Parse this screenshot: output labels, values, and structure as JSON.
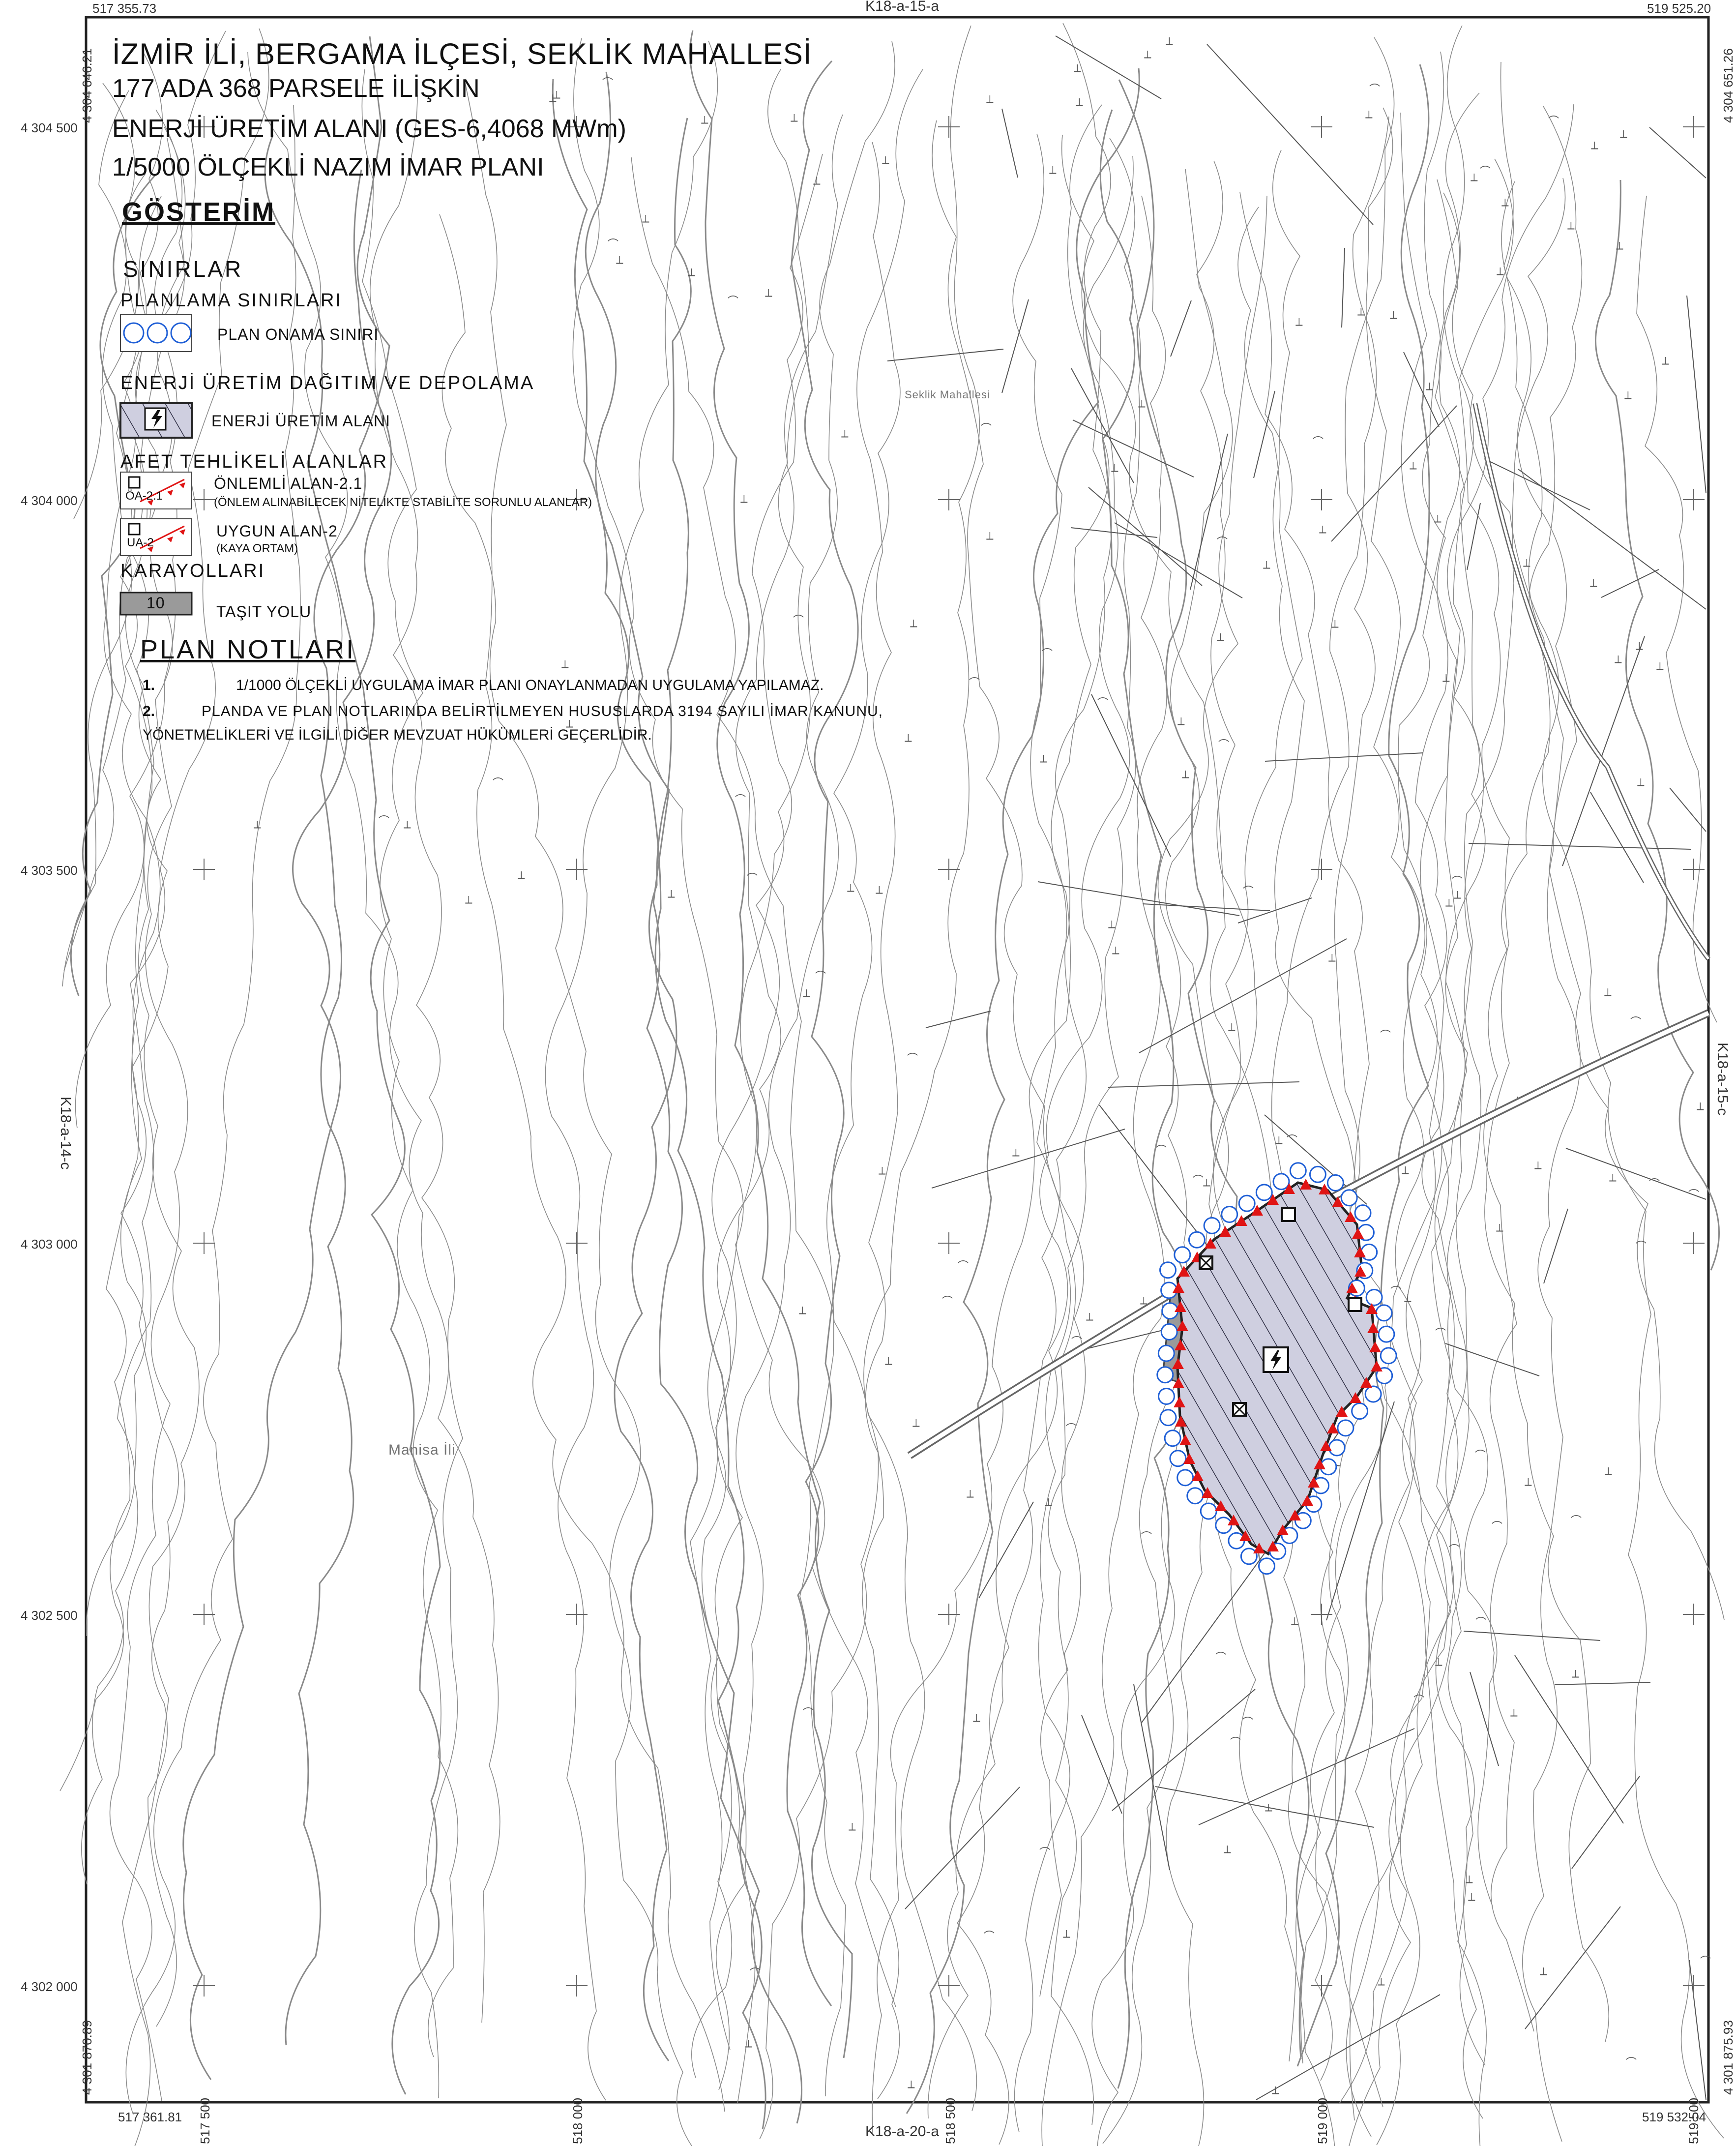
{
  "title": {
    "line1": "İZMİR İLİ, BERGAMA İLÇESİ, SEKLİK MAHALLESİ",
    "line2": "177 ADA 368 PARSELE İLİŞKİN",
    "line3": "ENERJİ ÜRETİM ALANI (GES-6,4068 MWm)",
    "line4": "1/5000 ÖLÇEKLİ NAZIM İMAR PLANI"
  },
  "sheet_refs": {
    "top": "K18-a-15-a",
    "bottom": "K18-a-20-a",
    "left": "K18-a-14-c",
    "right": "K18-a-15-c"
  },
  "corners": {
    "top_left": "517 355.73",
    "top_right": "519 525.20",
    "bottom_left": "517 361.81",
    "bottom_right": "519 532.04",
    "left_top": "4 304 646.21",
    "left_bottom": "4 301 870.89",
    "right_top": "4 304 651.26",
    "right_bottom": "4 301 875.93"
  },
  "northing_labels": [
    "4 304 500",
    "4 304 000",
    "4 303 500",
    "4 303 000",
    "4 302 500",
    "4 302 000"
  ],
  "easting_labels": [
    "517 500",
    "518 000",
    "518 500",
    "519 000",
    "519 500"
  ],
  "legend": {
    "heading": "GÖSTERİM",
    "boundaries_heading": "SINIRLAR",
    "planning_heading": "PLANLAMA SINIRLARI",
    "plan_boundary_label": "PLAN ONAMA SINIRI",
    "energy_heading": "ENERJİ ÜRETİM DAĞITIM VE DEPOLAMA",
    "energy_area_label": "ENERJİ ÜRETİM ALANI",
    "hazard_heading": "AFET TEHLİKELİ ALANLAR",
    "hazard1_label": "ÖNLEMLİ ALAN-2.1",
    "hazard1_sub": "(ÖNLEM ALINABİLECEK NİTELİKTE STABİLİTE SORUNLU ALANLAR)",
    "hazard1_code": "ÖA-2.1",
    "hazard2_label": "UYGUN ALAN-2",
    "hazard2_sub": "(KAYA ORTAM)",
    "hazard2_code": "UA-2",
    "roads_heading": "KARAYOLLARI",
    "road_label": "TAŞIT YOLU",
    "road_width": "10"
  },
  "plan_notes": {
    "heading": "PLAN NOTLARI",
    "n1_num": "1.",
    "n1_text": "1/1000 ÖLÇEKLİ UYGULAMA İMAR PLANI ONAYLANMADAN UYGULAMA YAPILAMAZ.",
    "n2_num": "2.",
    "n2_text": "PLANDA VE PLAN NOTLARINDA BELİRTİLMEYEN HUSUSLARDA 3194 SAYILI İMAR KANUNU,",
    "n2_text_cont": "YÖNETMELİKLERİ VE İLGİLİ DİĞER MEVZUAT HÜKÜMLERİ GEÇERLİDİR."
  },
  "place_labels": {
    "manisa": "Manisa İli",
    "seklik": "Seklik Mahallesi"
  },
  "colors": {
    "contour": "#8a8a8a",
    "boundary_circle": "#1f5fd6",
    "hazard_triangle": "#e01414",
    "energy_fill": "#c9c9dc",
    "road_fill": "#9a9a9a",
    "grid": "#666666"
  },
  "icons": [
    "lightning-icon",
    "hazard-square-icon",
    "grid-cross-icon",
    "tree-symbol-icon"
  ]
}
